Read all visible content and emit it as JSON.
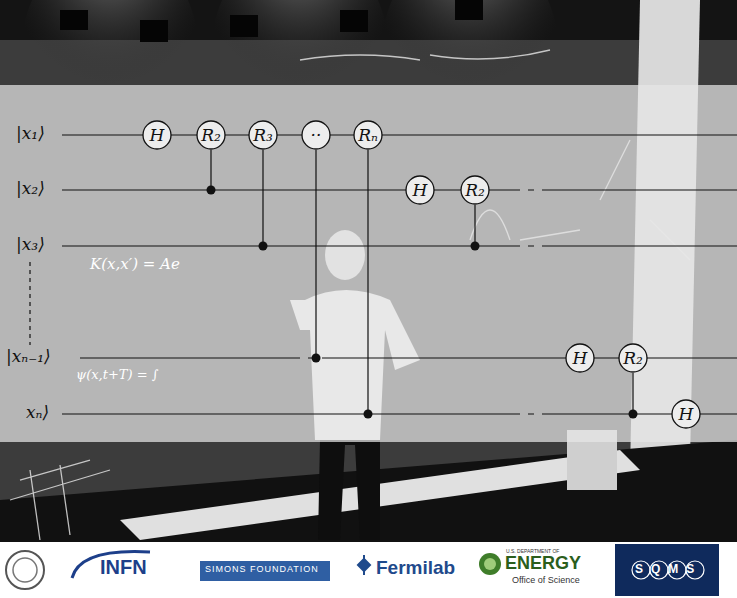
{
  "diagram": {
    "nodes": [
      {
        "text": [
          "H"
        ]
      },
      {
        "text": [
          "R₂"
        ]
      },
      {
        "text": [
          "R₃"
        ]
      },
      {
        "text": [
          "··"
        ]
      },
      {
        "text": [
          "Rₙ"
        ]
      },
      {
        "text": [
          "H"
        ]
      },
      {
        "text": [
          "R₂"
        ]
      },
      {
        "text": [
          "H"
        ]
      },
      {
        "text": [
          "R₂"
        ]
      },
      {
        "text": [
          "H"
        ]
      }
    ],
    "labels": [
      "|x₁⟩",
      "|x₂⟩",
      "|x₃⟩",
      "|xₙ₋₁⟩",
      "xₙ⟩",
      "K(x,x′) = Ae",
      "ψ(x,t+T) = ∫",
      "INFN",
      "SIMONS FOUNDATION",
      "Fermilab",
      "U.S. DEPARTMENT OF",
      "ENERGY",
      "Office of Science",
      "SQMS"
    ]
  }
}
